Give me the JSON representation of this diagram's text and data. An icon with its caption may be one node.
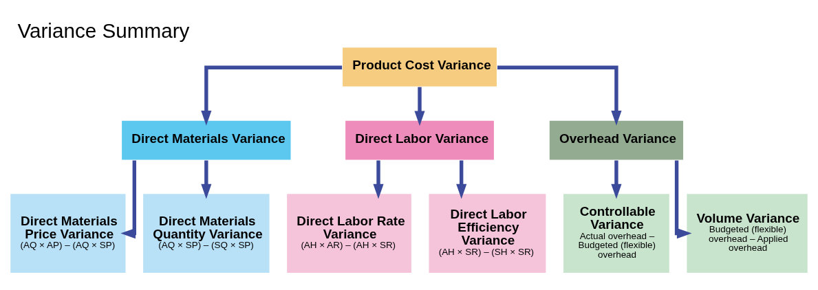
{
  "diagram": {
    "title": "Variance Summary",
    "nodes": [
      {
        "text": [
          "Product Cost Variance"
        ]
      },
      {
        "text": [
          "Direct Materials Variance"
        ]
      },
      {
        "text": [
          "Direct Labor Variance"
        ]
      },
      {
        "text": [
          "Overhead Variance"
        ]
      },
      {
        "text": [
          "Direct Materials Price Variance",
          "(AQ × AP) – (AQ × SP)"
        ]
      },
      {
        "text": [
          "Direct Materials Quantity Variance",
          "(AQ × SP) – (SQ × SP)"
        ]
      },
      {
        "text": [
          "Direct Labor Rate Variance",
          "(AH × AR) – (AH × SR)"
        ]
      },
      {
        "text": [
          "Direct Labor Efficiency Variance",
          "(AH × SR) – (SH × SR)"
        ]
      },
      {
        "text": [
          "Controllable Variance",
          "Actual overhead – Budgeted (flexible) overhead"
        ]
      },
      {
        "text": [
          "Volume Variance",
          "Budgeted (flexible) overhead – Applied overhead"
        ]
      }
    ],
    "edges": [
      {
        "from": 0,
        "to": 1,
        "arrow": "to"
      },
      {
        "from": 0,
        "to": 2,
        "arrow": "to"
      },
      {
        "from": 0,
        "to": 3,
        "arrow": "to"
      },
      {
        "from": 1,
        "to": 4,
        "arrow": "to"
      },
      {
        "from": 1,
        "to": 5,
        "arrow": "to"
      },
      {
        "from": 2,
        "to": 6,
        "arrow": "to"
      },
      {
        "from": 2,
        "to": 7,
        "arrow": "to"
      },
      {
        "from": 3,
        "to": 8,
        "arrow": "to"
      },
      {
        "from": 3,
        "to": 9,
        "arrow": "to"
      }
    ]
  }
}
